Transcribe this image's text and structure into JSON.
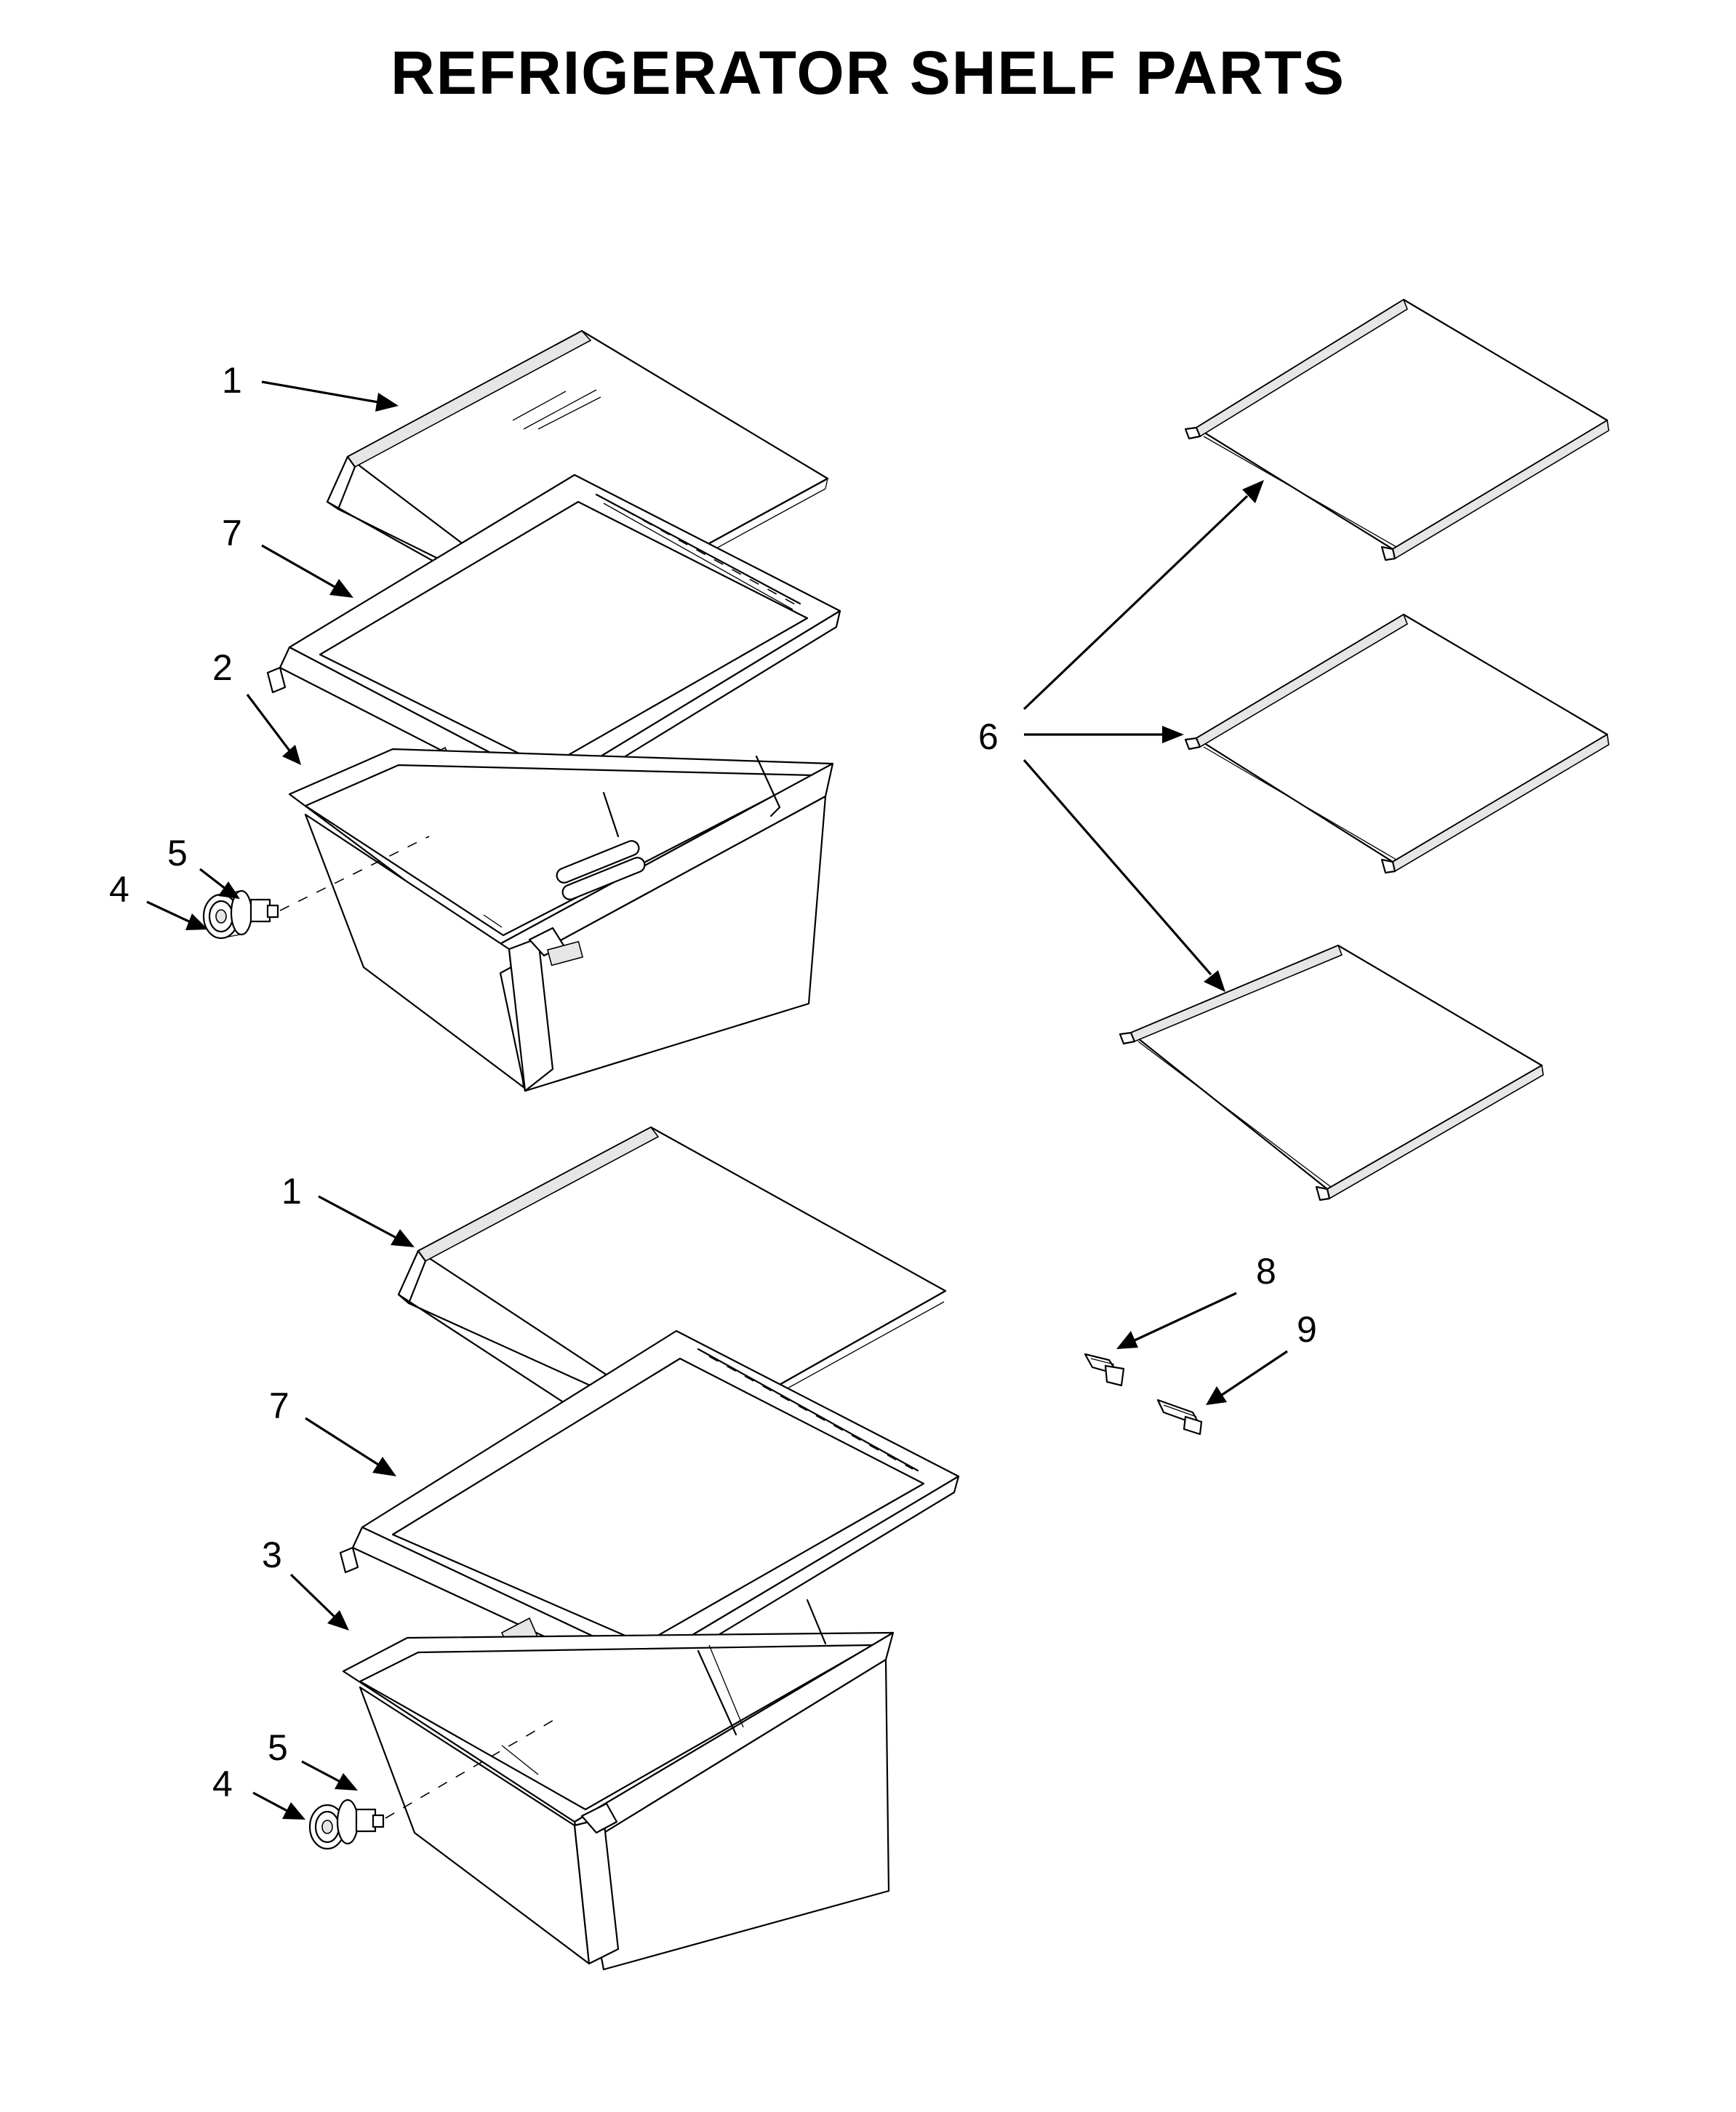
{
  "title": "REFRIGERATOR SHELF PARTS",
  "callouts": {
    "top_crisper_cover_glass": "1",
    "top_crisper_cover_frame": "7",
    "top_crisper_pan": "2",
    "top_crisper_knob": "4",
    "top_crisper_knob_shaft": "5",
    "bottom_crisper_cover_glass": "1",
    "bottom_crisper_cover_frame": "7",
    "bottom_crisper_pan": "3",
    "bottom_crisper_knob": "4",
    "bottom_crisper_knob_shaft": "5",
    "glass_shelves": "6",
    "shelf_clip_left": "8",
    "shelf_clip_right": "9"
  }
}
